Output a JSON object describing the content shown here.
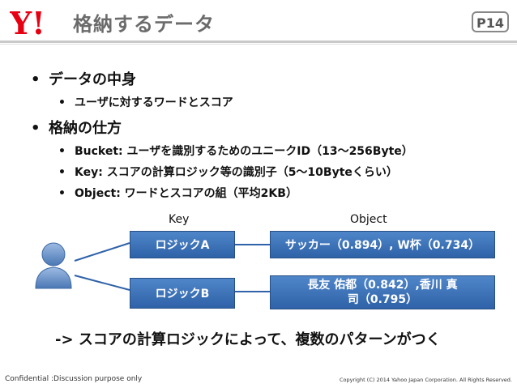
{
  "header": {
    "logo_text": "Y!",
    "title": "格納するデータ",
    "page": "P14"
  },
  "bullets": {
    "items": [
      {
        "text": "データの中身",
        "sub": [
          "ユーザに対するワードとスコア"
        ]
      },
      {
        "text": "格納の仕方",
        "sub": [
          "Bucket: ユーザを識別するためのユニークID（13～256Byte）",
          "Key: スコアの計算ロジック等の識別子（5～10Byteくらい）",
          "Object: ワードとスコアの組（平均2KB）"
        ]
      }
    ],
    "bullet_symbol": "•"
  },
  "diagram": {
    "key_label": "Key",
    "object_label": "Object",
    "rows": [
      {
        "key": "ロジックA",
        "object": "サッカー（0.894）, W杯（0.734）"
      },
      {
        "key": "ロジックB",
        "object": "長友 佑都（0.842）,香川 真司（0.795）"
      }
    ],
    "user_icon": "user-icon",
    "colors": {
      "box": "#2f62a8",
      "user": "#6f9ad1"
    }
  },
  "conclusion": "-> スコアの計算ロジックによって、複数のパターンがつく",
  "footer": {
    "left": "Confidential :Discussion purpose only",
    "right": "Copyright (C) 2014 Yahoo Japan Corporation. All Rights Reserved."
  }
}
